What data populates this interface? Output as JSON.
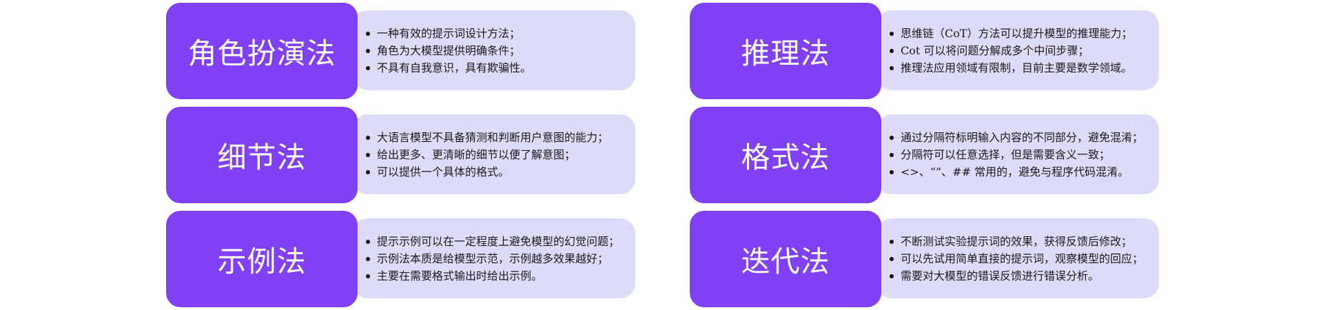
{
  "colors": {
    "label_bg": "#8040f5",
    "detail_bg": "#dcdcf8",
    "label_text": "#ffffff",
    "detail_text": "#1a1a1a"
  },
  "cards": [
    {
      "title": "角色扮演法",
      "points": [
        "一种有效的提示词设计方法；",
        "角色为大模型提供明确条件；",
        "不具有自我意识，具有欺骗性。"
      ]
    },
    {
      "title": "细节法",
      "points": [
        "大语言模型不具备猜测和判断用户意图的能力；",
        "给出更多、更清晰的细节以便了解意图；",
        "可以提供一个具体的格式。"
      ]
    },
    {
      "title": "示例法",
      "points": [
        "提示示例可以在一定程度上避免模型的幻觉问题；",
        "示例法本质是给模型示范，示例越多效果越好；",
        "主要在需要格式输出时给出示例。"
      ]
    },
    {
      "title": "推理法",
      "points": [
        "思维链（CoT）方法可以提升模型的推理能力；",
        "Cot 可以将问题分解成多个中间步骤；",
        "推理法应用领域有限制，目前主要是数学领域。"
      ]
    },
    {
      "title": "格式法",
      "points": [
        "通过分隔符标明输入内容的不同部分，避免混淆；",
        "分隔符可以任意选择，但是需要含义一致；",
        "<>、“”、## 常用的，避免与程序代码混淆。"
      ]
    },
    {
      "title": "迭代法",
      "points": [
        "不断测试实验提示词的效果，获得反馈后修改；",
        "可以先试用简单直接的提示词，观察模型的回应；",
        "需要对大模型的错误反馈进行错误分析。"
      ]
    }
  ]
}
